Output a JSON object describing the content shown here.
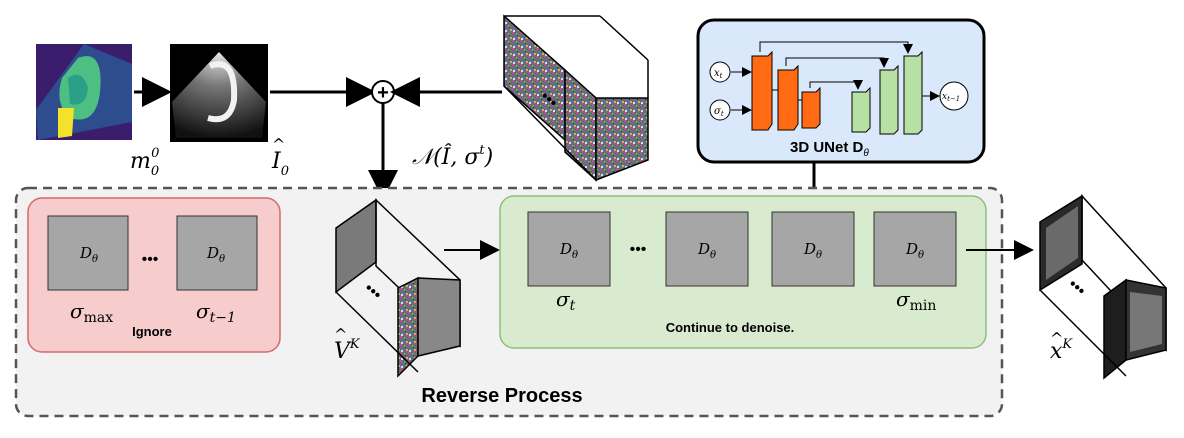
{
  "colors": {
    "ignore_fill": "#f6cccc",
    "ignore_stroke": "#d46a6a",
    "continue_fill": "#d9ebcf",
    "continue_stroke": "#8fc07a",
    "unet_fill": "#dae8fc",
    "block_gray": "#a6a6a6",
    "orange": "#ff6a13",
    "light_green": "#b7e0a5"
  },
  "inputs": {
    "mask_label": "m",
    "mask_sub": "0",
    "mask_sup": "0",
    "image_label": "I",
    "image_sub": "0",
    "plus_symbol": "+",
    "noise_label": "𝒩(Î, σ",
    "noise_sup": "t",
    "noise_close": ")"
  },
  "unet": {
    "title": "3D UNet D",
    "title_sub": "θ",
    "in_x": "x",
    "in_x_sub": "t",
    "in_sigma": "σ",
    "in_sigma_sub": "t",
    "out_x": "x",
    "out_x_sub": "t−1"
  },
  "reverse_process": {
    "title": "Reverse Process",
    "ignore_panel": {
      "label": "Ignore",
      "block_text": "D",
      "block_sub": "θ",
      "dots": "•••",
      "sigma_max": "σ",
      "sigma_max_sub": "max",
      "sigma_t1": "σ",
      "sigma_t1_sub": "t−1"
    },
    "continue_panel": {
      "label": "Continue to denoise.",
      "block_text": "D",
      "block_sub": "θ",
      "dots": "•••",
      "sigma_t": "σ",
      "sigma_t_sub": "t",
      "sigma_min": "σ",
      "sigma_min_sub": "min"
    },
    "volume_label": "V",
    "volume_sup": "K",
    "output_label": "x",
    "output_sup": "K",
    "volume_dots": "•••"
  }
}
